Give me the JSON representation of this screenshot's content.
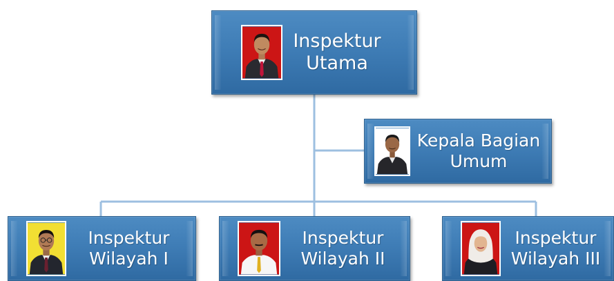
{
  "org_chart": {
    "head": {
      "line1": "Inspektur",
      "line2": "Utama",
      "photo_bg": "#cc1515",
      "photo": "man-red-tie-portrait"
    },
    "staff": {
      "line1": "Kepala Bagian",
      "line2": "Umum",
      "photo_bg": "#ffffff",
      "photo": "man-dark-suit-portrait"
    },
    "units": [
      {
        "line1": "Inspektur",
        "line2": "Wilayah I",
        "photo_bg": "#f2df33",
        "photo": "man-glasses-portrait"
      },
      {
        "line1": "Inspektur",
        "line2": "Wilayah II",
        "photo_bg": "#cc1515",
        "photo": "man-white-shirt-portrait"
      },
      {
        "line1": "Inspektur",
        "line2": "Wilayah III",
        "photo_bg": "#cc1515",
        "photo": "woman-hijab-portrait"
      }
    ]
  },
  "colors": {
    "box": "#3f7db6",
    "connector": "#9dbfe0",
    "text": "#ffffff"
  }
}
